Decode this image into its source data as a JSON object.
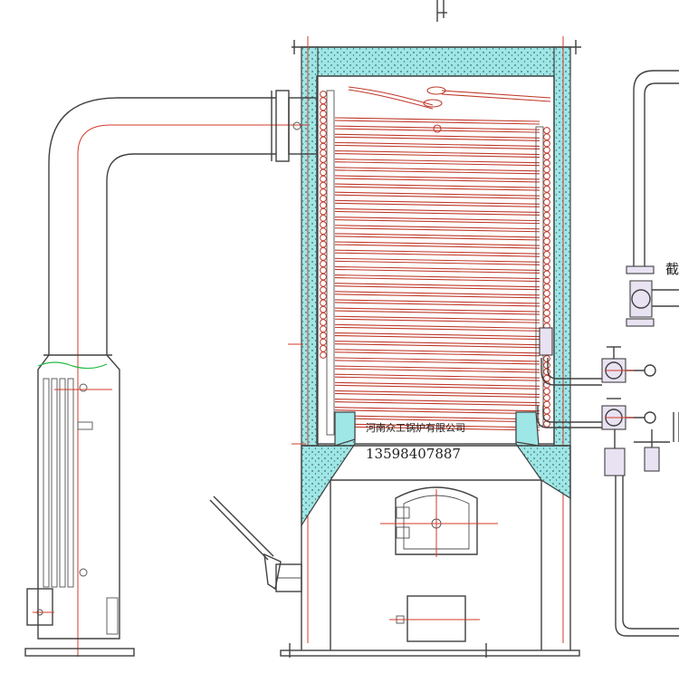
{
  "labels": {
    "company": "河南众工锅炉有限公司",
    "phone": "13598407887",
    "valve_tag": "截"
  },
  "colors": {
    "insulation": "#9fe6e6",
    "outline": "#404040",
    "coil": "#c0392b",
    "centerline": "#d43a2a",
    "valve_fill": "#e9e2f2",
    "flue_accent": "#22bb44"
  },
  "coil": {
    "turns": 38
  }
}
